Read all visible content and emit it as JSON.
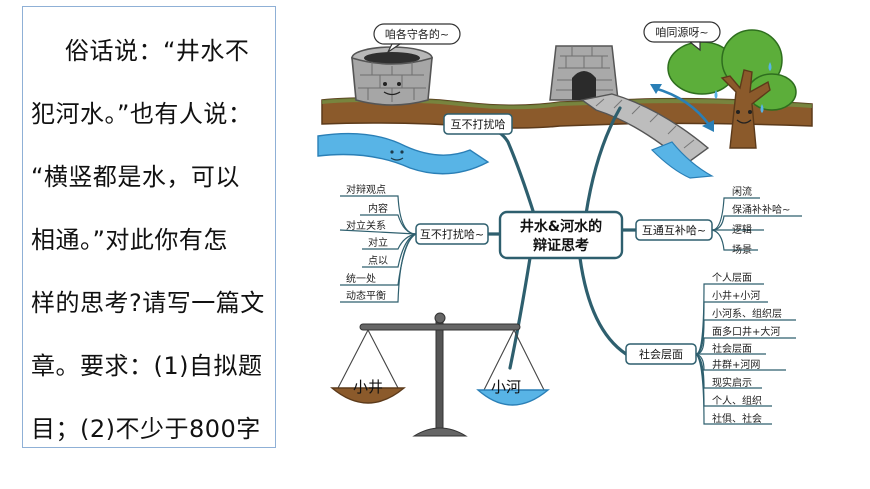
{
  "prompt": {
    "lines": [
      "俗话说：“井水不",
      "犯河水。”也有人说：",
      "“横竖都是水，可以",
      "相通。”对此你有怎",
      "样的思考?请写一篇文",
      "章。要求：(1)自拟题",
      "目；(2)不少于800字"
    ]
  },
  "diagram": {
    "center": [
      "井水&河水的",
      "辩证思考"
    ],
    "well_bubble": "咱各守各的~",
    "tree_bubble": "咱同源呀~",
    "top_branch": "互不打扰哈",
    "left_branch": {
      "label": "互不打扰哈~",
      "items": [
        "对辩观点",
        "内容",
        "对立关系",
        "对立",
        "点以",
        "统一处",
        "动态平衡"
      ]
    },
    "right_branch": {
      "label": "互通互补哈~",
      "items": [
        "闲流",
        "保涌补补哈~",
        "逻辑",
        "场景"
      ]
    },
    "bottom_branch": {
      "label": "社会层面",
      "items": [
        "个人层面",
        "小井+小河",
        "小河系、组织层",
        "面多口井+大河",
        "社会层面",
        "井群+河网",
        "现实启示",
        "个人、组织",
        "社俱、社会"
      ]
    },
    "scale": {
      "left_label": "小井",
      "right_label": "小河"
    }
  },
  "colors": {
    "branch": "#2e5f6e",
    "earth": "#8b5a2b",
    "water": "#58b4e6",
    "tree": "#5cae3a",
    "stone": "#9a9a9a",
    "prompt_border": "#8fb0d6"
  }
}
